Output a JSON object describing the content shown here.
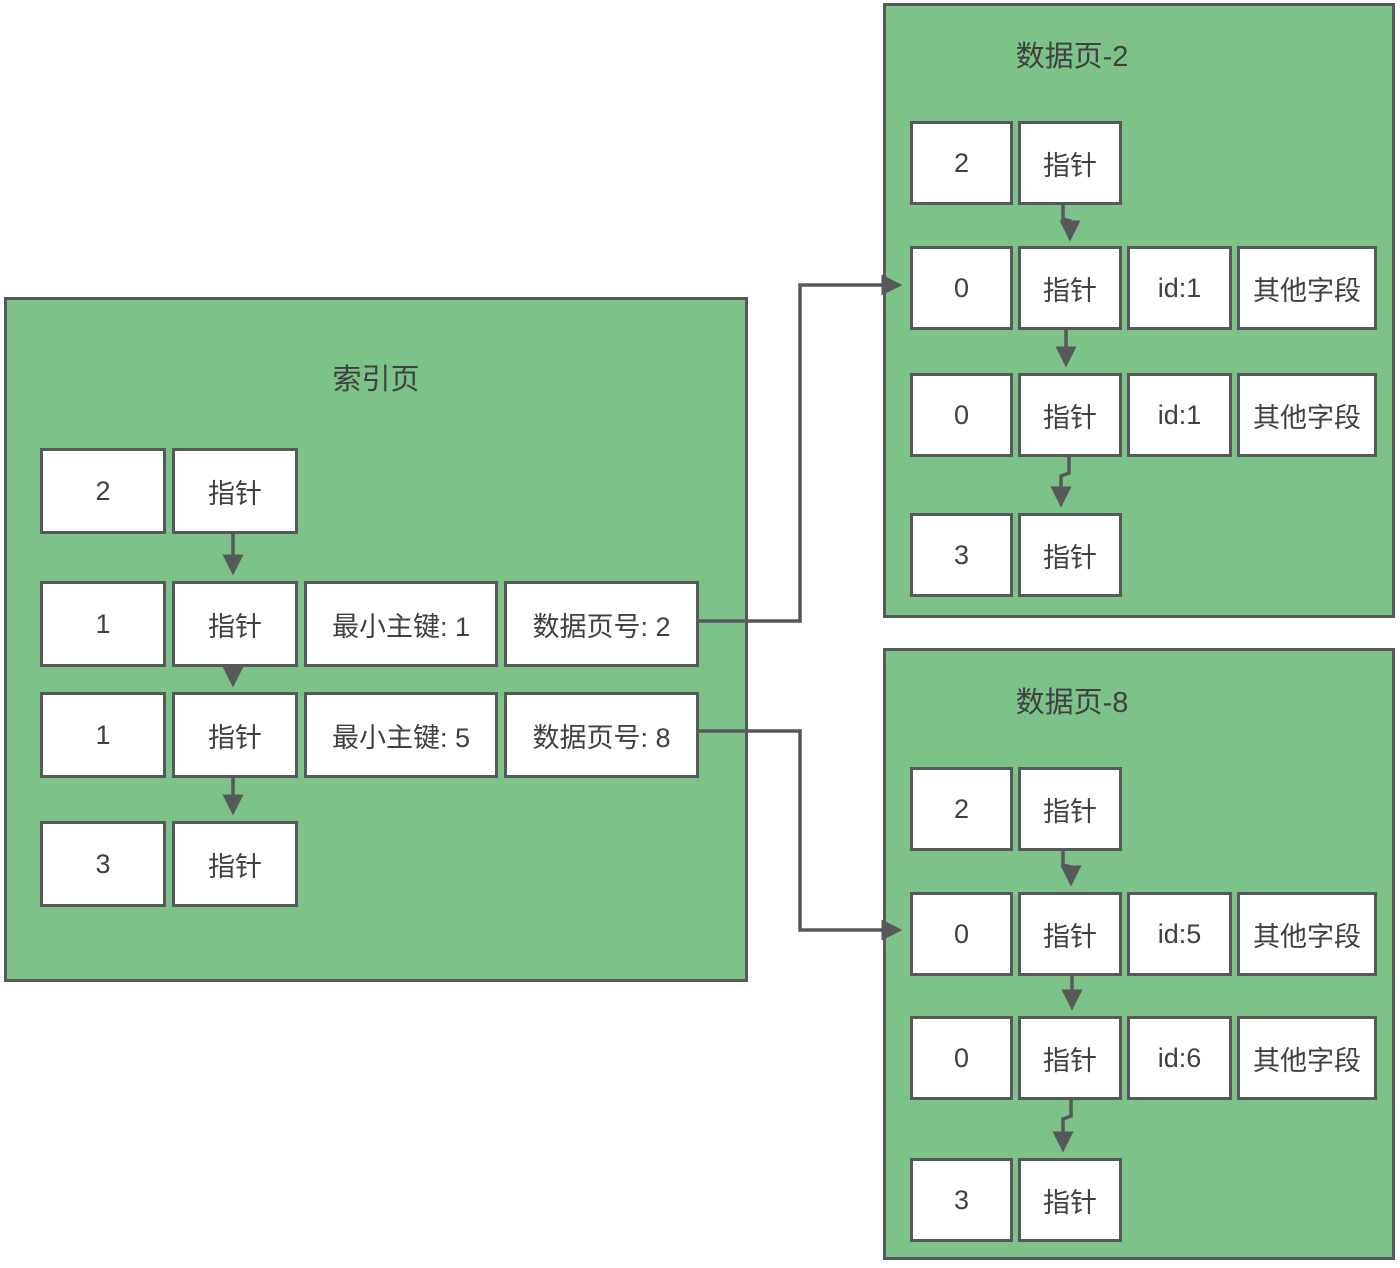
{
  "diagram": {
    "description_labels": {
      "pointer": "指针",
      "other_fields": "其他字段"
    },
    "colors": {
      "page_fill": "#7cc289",
      "line": "#57585a",
      "cell_fill": "#ffffff",
      "text": "#3f4042"
    },
    "pages": {
      "index": {
        "title": "索引页",
        "rows": [
          [
            "2",
            "指针"
          ],
          [
            "1",
            "指针",
            "最小主键: 1",
            "数据页号: 2"
          ],
          [
            "1",
            "指针",
            "最小主键: 5",
            "数据页号: 8"
          ],
          [
            "3",
            "指针"
          ]
        ]
      },
      "data2": {
        "title": "数据页-2",
        "rows": [
          [
            "2",
            "指针"
          ],
          [
            "0",
            "指针",
            "id:1",
            "其他字段"
          ],
          [
            "0",
            "指针",
            "id:1",
            "其他字段"
          ],
          [
            "3",
            "指针"
          ]
        ]
      },
      "data8": {
        "title": "数据页-8",
        "rows": [
          [
            "2",
            "指针"
          ],
          [
            "0",
            "指针",
            "id:5",
            "其他字段"
          ],
          [
            "0",
            "指针",
            "id:6",
            "其他字段"
          ],
          [
            "3",
            "指针"
          ]
        ]
      }
    }
  }
}
